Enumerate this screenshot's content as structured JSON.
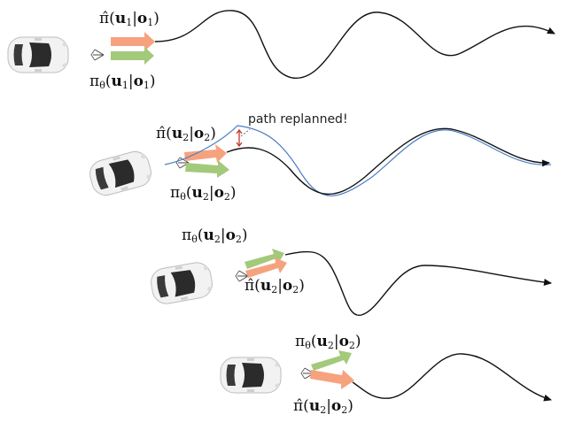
{
  "annotation": {
    "text": "path replanned!"
  },
  "colors": {
    "expert_arrow": "#f7a27e",
    "policy_arrow": "#a3c97a",
    "path": "#111111",
    "replanned_path": "#4a7fc4",
    "error_marker": "#c0392b",
    "car_body": "#f2f2f2",
    "car_glass": "#2b2b2b"
  },
  "panels": [
    {
      "id": "p1",
      "top": {
        "pre": "π̂(",
        "u": "u",
        "us": "1",
        "o": "o",
        "os": "1",
        "post": ")"
      },
      "bottom": {
        "pre": "π",
        "sub": "θ",
        "mid": "(",
        "u": "u",
        "us": "1",
        "o": "o",
        "os": "1",
        "post": ")"
      }
    },
    {
      "id": "p2",
      "top": {
        "pre": "π̂(",
        "u": "u",
        "us": "2",
        "o": "o",
        "os": "2",
        "post": ")"
      },
      "bottom": {
        "pre": "π",
        "sub": "θ",
        "mid": "(",
        "u": "u",
        "us": "2",
        "o": "o",
        "os": "2",
        "post": ")"
      }
    },
    {
      "id": "p3",
      "top": {
        "pre": "π",
        "sub": "θ",
        "mid": "(",
        "u": "u",
        "us": "2",
        "o": "o",
        "os": "2",
        "post": ")"
      },
      "bottom": {
        "pre": "π̂(",
        "u": "u",
        "us": "2",
        "o": "o",
        "os": "2",
        "post": ")"
      }
    },
    {
      "id": "p4",
      "top": {
        "pre": "π",
        "sub": "θ",
        "mid": "(",
        "u": "u",
        "us": "2",
        "o": "o",
        "os": "2",
        "post": ")"
      },
      "bottom": {
        "pre": "π̂(",
        "u": "u",
        "us": "2",
        "o": "o",
        "os": "2",
        "post": ")"
      }
    }
  ]
}
